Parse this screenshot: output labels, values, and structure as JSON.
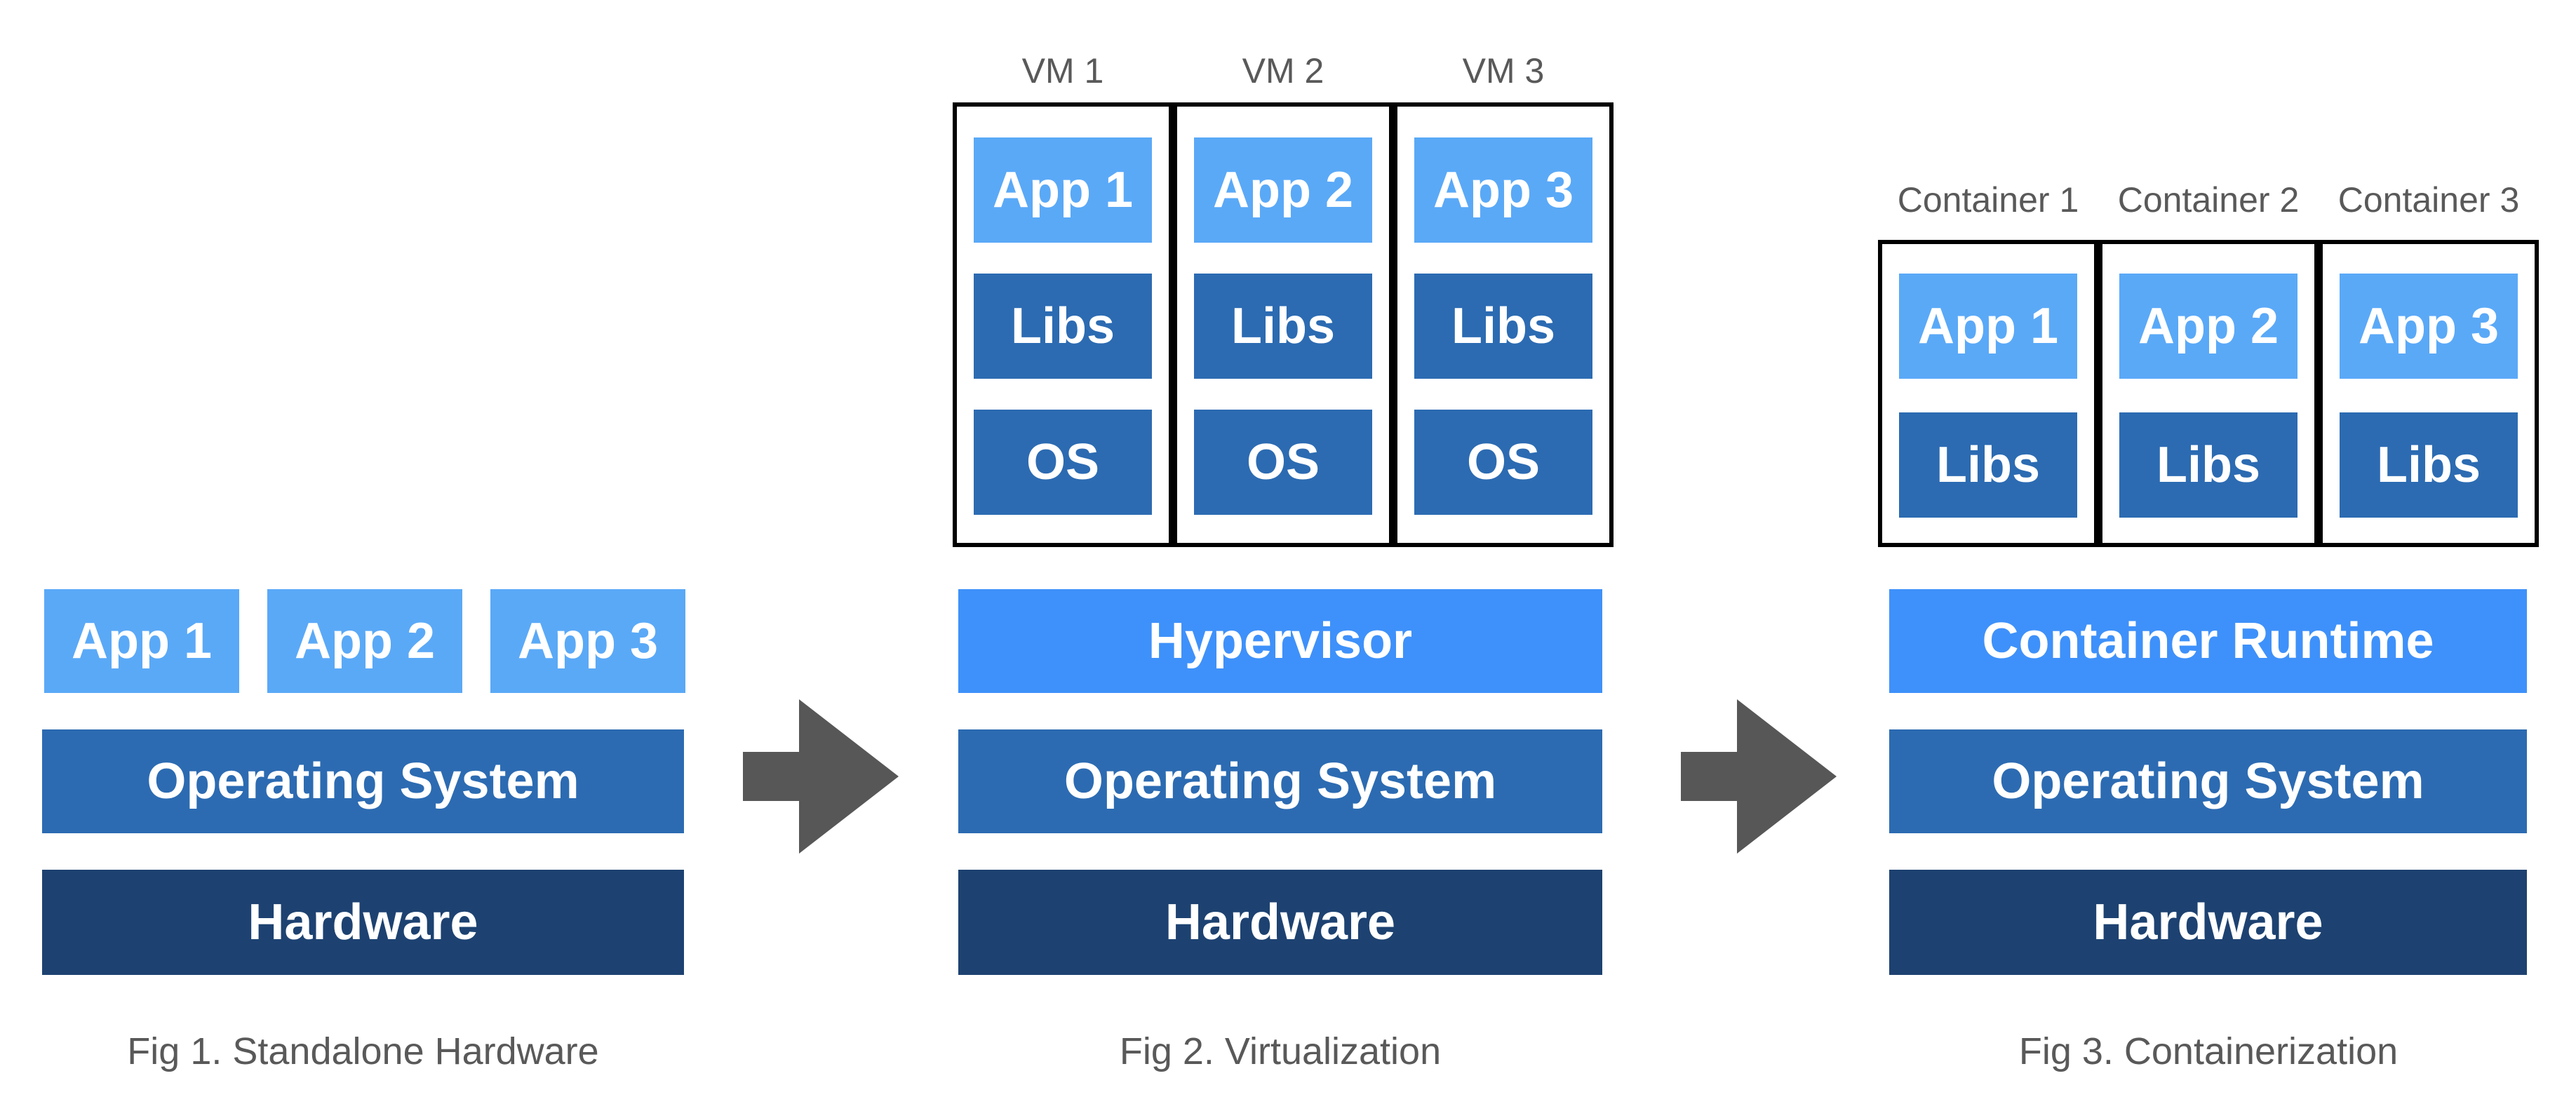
{
  "figures": {
    "fig1": {
      "apps": [
        "App 1",
        "App 2",
        "App 3"
      ],
      "os": "Operating System",
      "hardware": "Hardware",
      "caption": "Fig 1. Standalone Hardware"
    },
    "fig2": {
      "vm_labels": [
        "VM 1",
        "VM 2",
        "VM 3"
      ],
      "vms": [
        {
          "app": "App 1",
          "libs": "Libs",
          "os": "OS"
        },
        {
          "app": "App 2",
          "libs": "Libs",
          "os": "OS"
        },
        {
          "app": "App 3",
          "libs": "Libs",
          "os": "OS"
        }
      ],
      "hypervisor": "Hypervisor",
      "os": "Operating System",
      "hardware": "Hardware",
      "caption": "Fig 2. Virtualization"
    },
    "fig3": {
      "container_labels": [
        "Container 1",
        "Container 2",
        "Container 3"
      ],
      "containers": [
        {
          "app": "App 1",
          "libs": "Libs"
        },
        {
          "app": "App 2",
          "libs": "Libs"
        },
        {
          "app": "App 3",
          "libs": "Libs"
        }
      ],
      "runtime": "Container Runtime",
      "os": "Operating System",
      "hardware": "Hardware",
      "caption": "Fig 3. Containerization"
    }
  },
  "colors": {
    "app_blue": "#5AA9F7",
    "mid_blue": "#2C6BB2",
    "bright_blue": "#3E91FA",
    "navy": "#1D4271",
    "label_gray": "#595959",
    "arrow_gray": "#575757",
    "border_black": "#000000"
  }
}
